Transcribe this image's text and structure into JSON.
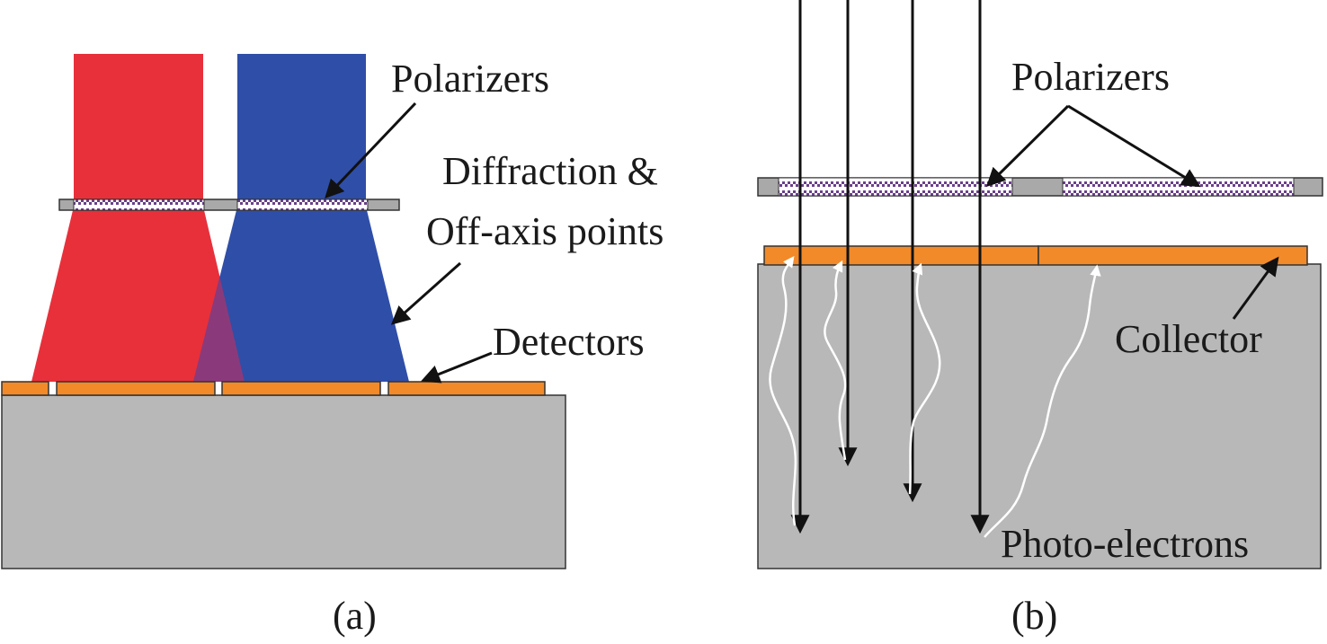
{
  "panel_a": {
    "caption": "(a)",
    "labels": {
      "polarizers": "Polarizers",
      "diffraction_line1": "Diffraction &",
      "diffraction_line2": "Off-axis points",
      "detectors": "Detectors"
    }
  },
  "panel_b": {
    "caption": "(b)",
    "labels": {
      "polarizers": "Polarizers",
      "collector": "Collector",
      "photo_electrons": "Photo-electrons"
    }
  },
  "colors": {
    "red_beam": "#e8303a",
    "blue_beam": "#2f4ea8",
    "overlap": "#8a3a7a",
    "substrate": "#b8b8b8",
    "detector": "#f28a2a",
    "polarizer_frame": "#a9a9a9",
    "polarizer_pattern": "#6a3f8a",
    "ray": "#111111",
    "electron_path": "#ffffff"
  }
}
